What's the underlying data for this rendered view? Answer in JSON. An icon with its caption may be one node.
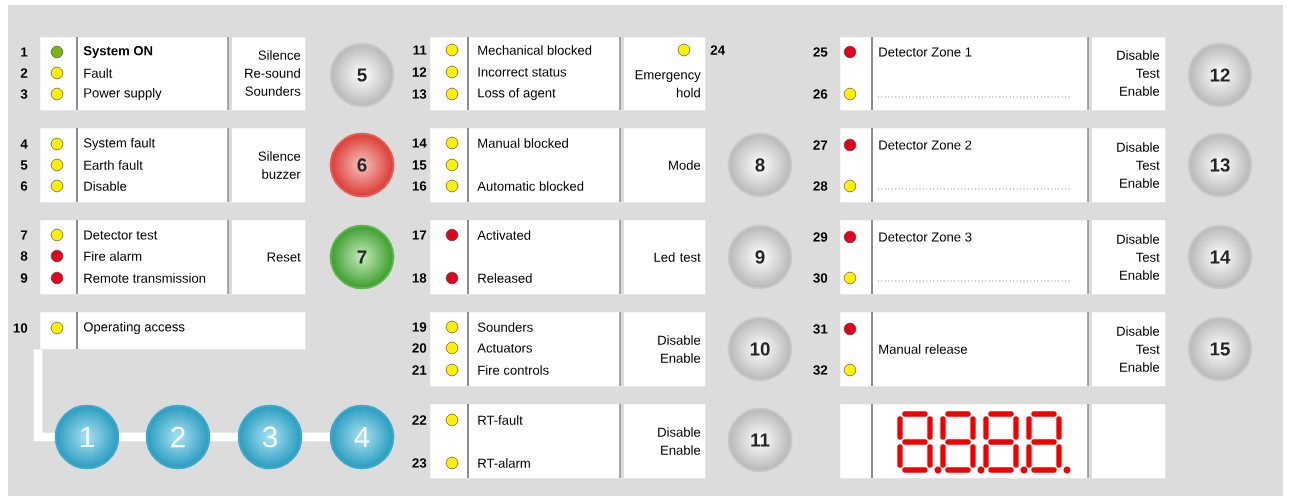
{
  "diagram": {
    "nodes": [
      {
        "text": [
          "System ON",
          "Fault",
          "Power supply",
          "Silence Re-sound Sounders"
        ],
        "beside": [
          "1",
          "2",
          "3"
        ]
      },
      {
        "text": [
          "System fault",
          "Earth fault",
          "Disable",
          "Silence buzzer"
        ],
        "beside": [
          "4",
          "5",
          "6"
        ]
      },
      {
        "text": [
          "Detector test",
          "Fire alarm",
          "Remote transmission",
          "Reset"
        ],
        "beside": [
          "7",
          "8",
          "9"
        ]
      },
      {
        "text": [
          "Operating access"
        ],
        "beside": [
          "10"
        ]
      },
      {
        "text": [
          "5"
        ]
      },
      {
        "text": [
          "6"
        ]
      },
      {
        "text": [
          "7"
        ]
      },
      {
        "text": [
          "1"
        ]
      },
      {
        "text": [
          "2"
        ]
      },
      {
        "text": [
          "3"
        ]
      },
      {
        "text": [
          "4"
        ]
      },
      {
        "text": [
          "Mechanical blocked",
          "Incorrect status",
          "Loss of agent",
          "Emergency hold"
        ],
        "beside": [
          "11",
          "12",
          "13",
          "24"
        ]
      },
      {
        "text": [
          "Manual blocked",
          "Automatic blocked",
          "Mode"
        ],
        "beside": [
          "14",
          "15",
          "16"
        ]
      },
      {
        "text": [
          "Activated",
          "Released",
          "Led test"
        ],
        "beside": [
          "17",
          "18"
        ]
      },
      {
        "text": [
          "Sounders",
          "Actuators",
          "Fire controls",
          "Disable Enable"
        ],
        "beside": [
          "19",
          "20",
          "21"
        ]
      },
      {
        "text": [
          "RT-fault",
          "RT-alarm",
          "Disable Enable"
        ],
        "beside": [
          "22",
          "23"
        ]
      },
      {
        "text": [
          "8"
        ]
      },
      {
        "text": [
          "9"
        ]
      },
      {
        "text": [
          "10"
        ]
      },
      {
        "text": [
          "11"
        ]
      },
      {
        "text": [
          "Detector Zone 1",
          "Disable Test Enable"
        ],
        "beside": [
          "25",
          "26"
        ]
      },
      {
        "text": [
          "Detector Zone 2",
          "Disable Test Enable"
        ],
        "beside": [
          "27",
          "28"
        ]
      },
      {
        "text": [
          "Detector Zone 3",
          "Disable Test Enable"
        ],
        "beside": [
          "29",
          "30"
        ]
      },
      {
        "text": [
          "Manual release",
          "Disable Test Enable"
        ],
        "beside": [
          "31",
          "32"
        ]
      },
      {
        "text": [],
        "shape": "box"
      },
      {
        "text": [
          "12"
        ]
      },
      {
        "text": [
          "13"
        ]
      },
      {
        "text": [
          "14"
        ]
      },
      {
        "text": [
          "15"
        ]
      }
    ],
    "edges": [
      {
        "from": 3,
        "to": 7,
        "arrow": "none"
      },
      {
        "from": 7,
        "to": 8,
        "arrow": "none"
      },
      {
        "from": 8,
        "to": 9,
        "arrow": "none"
      },
      {
        "from": 9,
        "to": 10,
        "arrow": "none"
      }
    ]
  }
}
